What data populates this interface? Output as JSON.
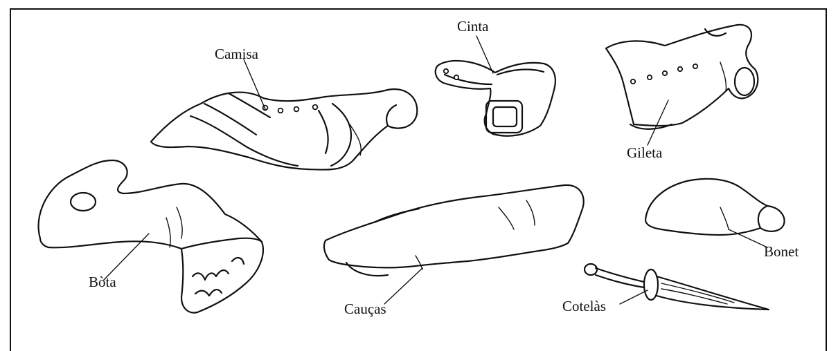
{
  "labels": {
    "camisa": "Camisa",
    "cinta": "Cinta",
    "gileta": "Gileta",
    "bota": "Bòta",
    "caucas": "Cauças",
    "bonet": "Bonet",
    "cotelas": "Cotelàs"
  }
}
